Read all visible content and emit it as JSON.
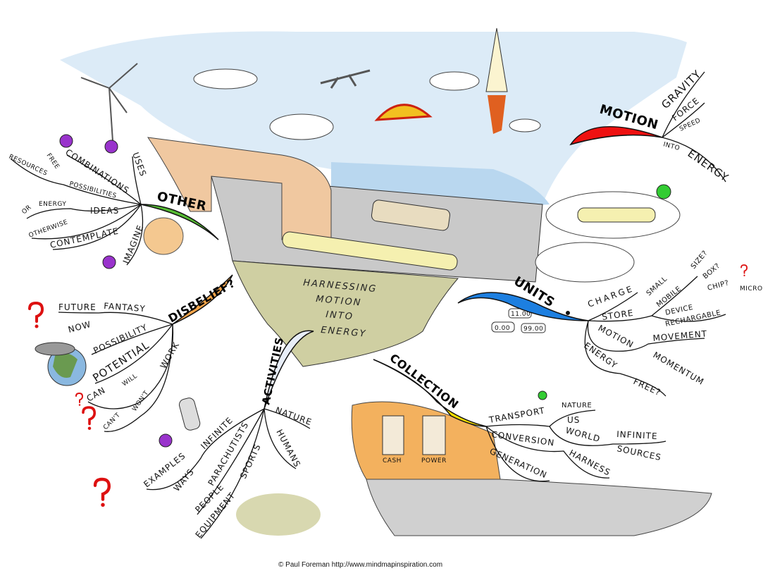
{
  "colors": {
    "sky": "#dcebf7",
    "road": "#c9c9c9",
    "ground": "#cfcfa2",
    "brick": "#f3b15e",
    "other": "#55bb33",
    "disbelief": "#f4a54a",
    "motion": "#ee1111",
    "units": "#1d7fe0",
    "collection": "#f8e000",
    "activities": "#e8eef8",
    "question": "#dd1111"
  },
  "center": {
    "lines": [
      "HARNESSING",
      "MOTION",
      "INTO",
      "ENERGY"
    ]
  },
  "other": {
    "title": "OTHER",
    "items": [
      "USES",
      "COMBINATIONS",
      "FREE",
      "RESOURCES",
      "POSSIBILITIES",
      "ENERGY",
      "OR",
      "OTHERWISE",
      "IDEAS",
      "CONTEMPLATE",
      "IMAGINE"
    ]
  },
  "disbelief": {
    "title": "DISBELIEF?",
    "items": [
      "FUTURE",
      "FANTASY",
      "NOW",
      "POSSIBILITY",
      "POTENTIAL",
      "CAN",
      "WILL",
      "WORK",
      "CAN'T",
      "WON'T"
    ]
  },
  "activities": {
    "title": "ACTIVITIES",
    "items": [
      "NATURE",
      "HUMANS",
      "INFINITE",
      "PARACHUTISTS",
      "SPORTS",
      "EXAMPLES",
      "WAYS",
      "PEOPLE",
      "EQUIPMENT"
    ]
  },
  "collection": {
    "title": "COLLECTION",
    "items": [
      "TRANSPORT",
      "NATURE",
      "US",
      "WORLD",
      "INFINITE",
      "SOURCES",
      "CONVERSION",
      "HARNESS",
      "GENERATION"
    ],
    "machines": [
      "CASH",
      "POWER"
    ]
  },
  "units": {
    "title": "UNITS",
    "items": [
      "CHARGE",
      "STORE",
      "SMALL",
      "MOBILE",
      "DEVICE",
      "RECHARGABLE",
      "SIZE?",
      "BOX?",
      "CHIP?",
      "MICRO",
      "MOTION",
      "MOVEMENT",
      "ENERGY",
      "MOMENTUM",
      "FREE?"
    ],
    "price_tags": [
      "0.00",
      "11.00",
      "99.00"
    ]
  },
  "motion": {
    "title": "MOTION",
    "items": [
      "GRAVITY",
      "FORCE",
      "SPEED",
      "INTO",
      "ENERGY"
    ]
  },
  "footer": "© Paul Foreman http://www.mindmapinspiration.com"
}
